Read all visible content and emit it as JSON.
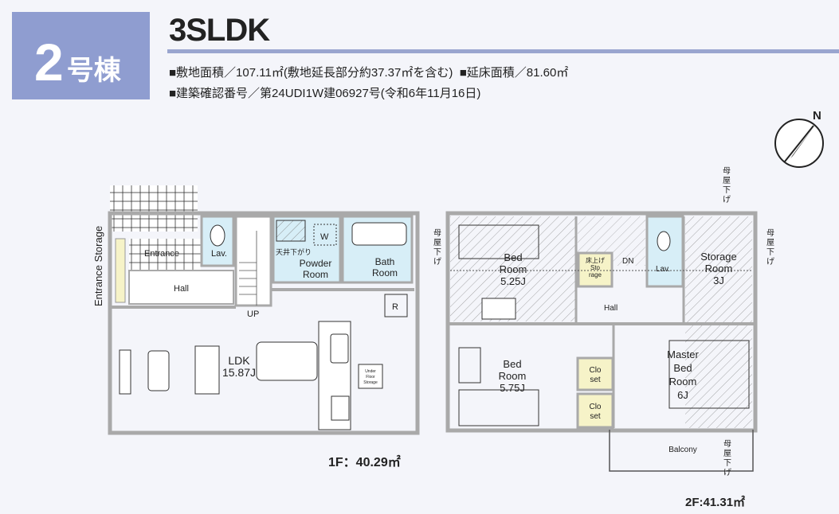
{
  "header": {
    "building_number": "2",
    "building_suffix": "号棟",
    "layout_type": "3SLDK",
    "site_area": "■敷地面積／107.11㎡(敷地延長部分約37.37㎡を含む)",
    "floor_area": "■延床面積／81.60㎡",
    "permit": "■建築確認番号／第24UDI1W建06927号(令和6年11月16日)"
  },
  "floor1": {
    "area": "1F：40.29㎡",
    "entrance_storage": "Entrance Storage",
    "entrance": "Entrance",
    "lav": "Lav.",
    "hall": "Hall",
    "up": "UP",
    "ceiling_drop": "天井下がり",
    "washer": "W",
    "powder_room": [
      "Powder",
      "Room"
    ],
    "bath_room": [
      "Bath",
      "Room"
    ],
    "fridge": "R",
    "ldk": [
      "LDK",
      "15.87J"
    ],
    "under_floor": [
      "Under",
      "Floor",
      "Storage"
    ]
  },
  "floor2": {
    "area": "2F:41.31㎡",
    "bed1": [
      "Bed",
      "Room",
      "5.25J"
    ],
    "storage_small": [
      "床上げ",
      "Sto",
      "rage"
    ],
    "dn": "DN",
    "lav": "Lav.",
    "storage_room": [
      "Storage",
      "Room",
      "3J"
    ],
    "hall": "Hall",
    "bed2": [
      "Bed",
      "Room",
      "5.75J"
    ],
    "closet": [
      "Clo",
      "set"
    ],
    "master": [
      "Master",
      "Bed",
      "Room",
      "6J"
    ],
    "balcony": "Balcony",
    "roof_note": [
      "母",
      "屋",
      "下",
      "げ"
    ]
  },
  "compass": {
    "label": "N"
  },
  "colors": {
    "accent": "#8f9dd0",
    "wall": "#a9a9a9",
    "wet": "#d7eef7",
    "closet": "#f6f3c8"
  }
}
